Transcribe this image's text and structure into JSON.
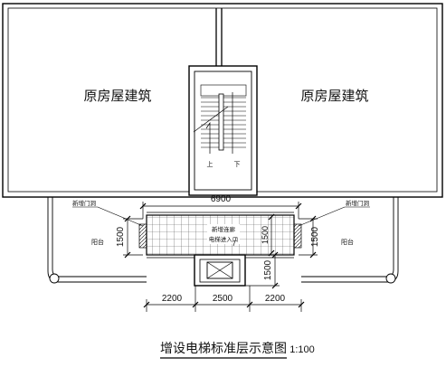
{
  "labels": {
    "left_building": "原房屋建筑",
    "right_building": "原房屋建筑",
    "stair_up": "上",
    "stair_down": "下",
    "new_door_left": "新增门洞",
    "new_door_right": "新增门洞",
    "balcony_left": "阳台",
    "balcony_right": "阳台",
    "corridor_line1": "新增连廊",
    "corridor_line2": "电梯进入口"
  },
  "dimensions": {
    "top_width": "6900",
    "left_height": "1500",
    "right_height": "1500",
    "corridor_height": "1500",
    "shaft_height": "1500",
    "bottom_left": "2200",
    "bottom_mid": "2500",
    "bottom_right": "2200"
  },
  "title": {
    "main": "增设电梯标准层示意图",
    "scale": "1:100"
  }
}
